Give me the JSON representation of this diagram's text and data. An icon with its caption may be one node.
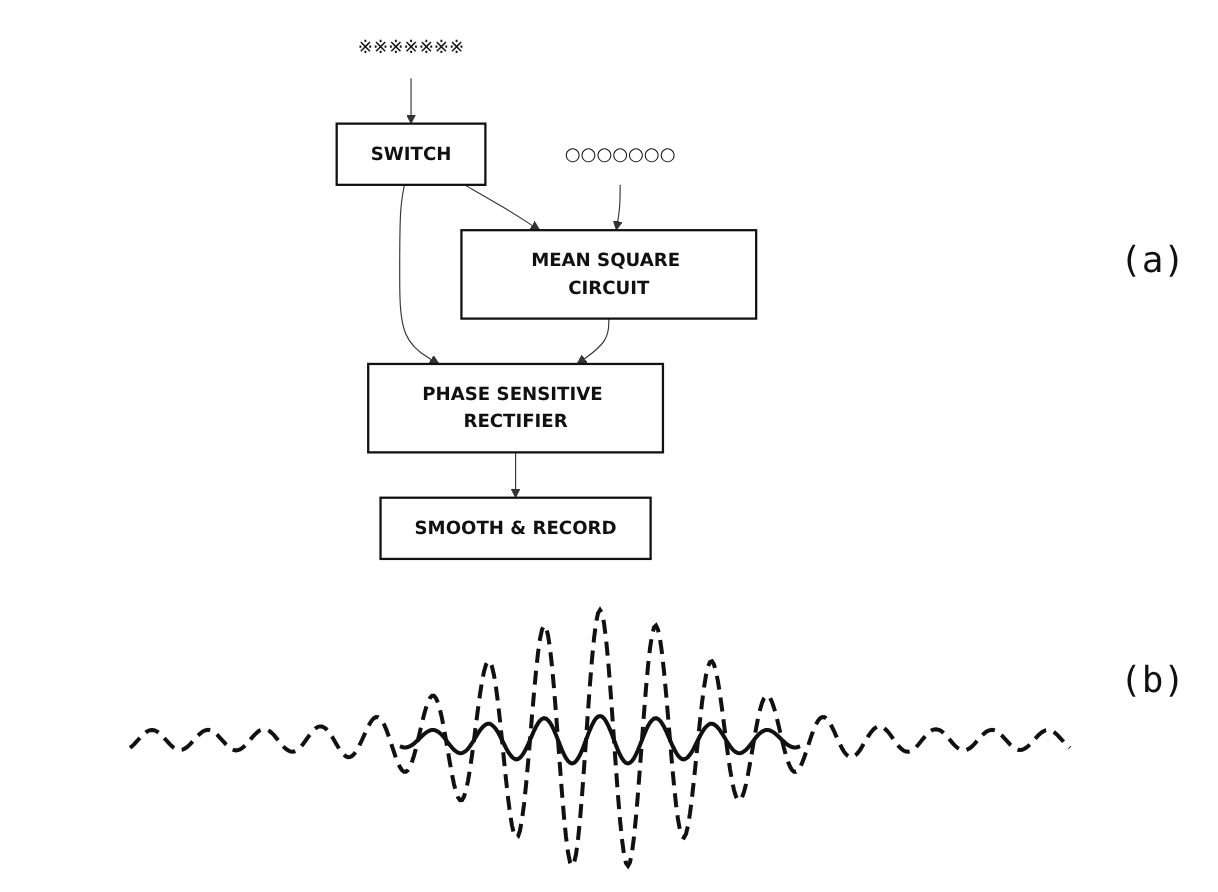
{
  "diagram": {
    "nodes": [
      {
        "text": [
          "○○○○○○○"
        ]
      },
      {
        "text": [
          "※※※※※※※"
        ]
      },
      {
        "text": [
          "SWITCH"
        ]
      },
      {
        "text": [
          "MEAN SQUARE CIRCUIT"
        ]
      },
      {
        "text": [
          "PHASE SENSITIVE RECTIFIER"
        ]
      },
      {
        "text": [
          "SMOOTH & RECORD"
        ]
      }
    ],
    "edges": [
      {
        "from": 1,
        "to": 2,
        "arrow": "to"
      },
      {
        "from": 2,
        "to": 3,
        "arrow": "to"
      },
      {
        "from": 0,
        "to": 3,
        "arrow": "to"
      },
      {
        "from": 2,
        "to": 4,
        "arrow": "to"
      },
      {
        "from": 3,
        "to": 4,
        "arrow": "to"
      },
      {
        "from": 4,
        "to": 5,
        "arrow": "to"
      }
    ],
    "labels": [
      "(a)",
      "(b)"
    ]
  }
}
